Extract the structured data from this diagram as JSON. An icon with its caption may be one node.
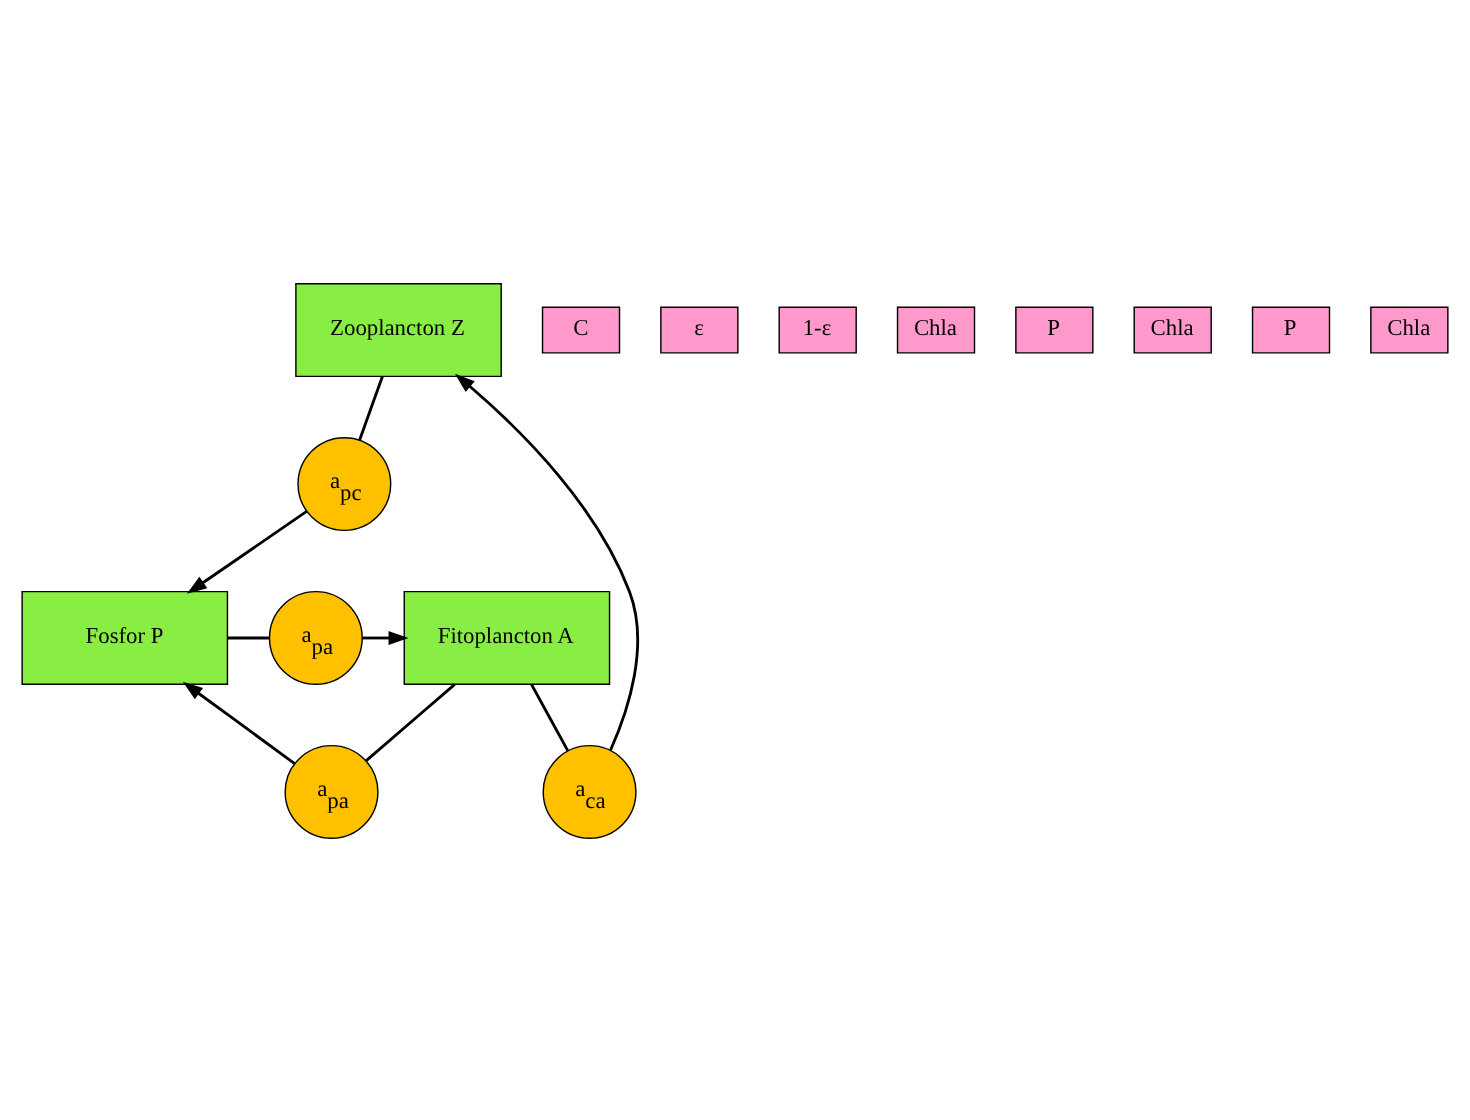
{
  "diagram": {
    "nodes": [
      {
        "text": [
          "Zooplancton Z"
        ]
      },
      {
        "text": [
          "a$_{pc}$"
        ]
      },
      {
        "text": [
          "C"
        ]
      },
      {
        "text": [
          "a$_{ca}$"
        ]
      },
      {
        "text": [
          "ε"
        ]
      },
      {
        "text": [
          "1-ε"
        ]
      },
      {
        "text": [
          "Chla"
        ]
      },
      {
        "text": [
          "P"
        ]
      },
      {
        "text": [
          "a$_{pa}$"
        ]
      },
      {
        "text": [
          "Chla"
        ]
      },
      {
        "text": [
          "P"
        ]
      },
      {
        "text": [
          "Fitoplancton A"
        ]
      },
      {
        "text": [
          "Chla"
        ]
      },
      {
        "text": [
          "a$_{pa}$"
        ]
      },
      {
        "text": [
          "Fosfor P"
        ]
      }
    ],
    "edges": [
      {
        "from": 0,
        "to": 1,
        "arrow": "none"
      },
      {
        "from": 1,
        "to": 14,
        "arrow": "to"
      },
      {
        "from": 11,
        "to": 3,
        "arrow": "none"
      },
      {
        "from": 3,
        "to": 0,
        "arrow": "to"
      },
      {
        "from": 11,
        "to": 8,
        "arrow": "none"
      },
      {
        "from": 8,
        "to": 14,
        "arrow": "to"
      },
      {
        "from": 14,
        "to": 13,
        "arrow": "none"
      },
      {
        "from": 13,
        "to": 11,
        "arrow": "to"
      }
    ]
  }
}
